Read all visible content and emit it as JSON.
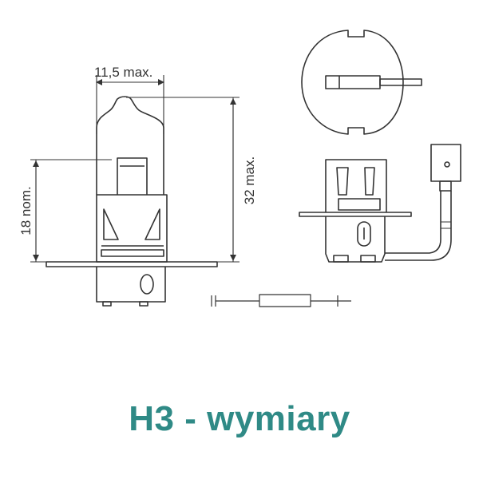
{
  "dimensions": {
    "width_label": "11,5 max.",
    "height_label": "32 max.",
    "nominal_label": "18 nom."
  },
  "caption": "H3 - wymiary",
  "colors": {
    "line": "#333333",
    "caption": "#2f8a86",
    "background": "#ffffff"
  }
}
